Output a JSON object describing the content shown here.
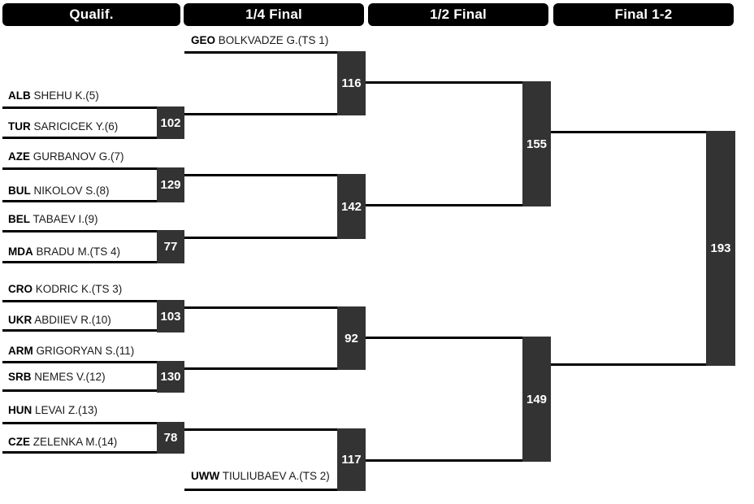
{
  "title": "Tournament Bracket",
  "colors": {
    "header_bg": "#000000",
    "header_text": "#ffffff",
    "score_box_bg": "#333333",
    "score_box_text": "#ffffff",
    "line": "#000000",
    "page_bg": "#ffffff"
  },
  "rounds": [
    {
      "id": "qualif",
      "label": "Qualif."
    },
    {
      "id": "quarter",
      "label": "1/4 Final"
    },
    {
      "id": "semi",
      "label": "1/2 Final"
    },
    {
      "id": "final",
      "label": "Final 1-2"
    }
  ],
  "qualif": {
    "matches": [
      {
        "top": {
          "country": "ALB",
          "name": "SHEHU K.(5)"
        },
        "bottom": {
          "country": "TUR",
          "name": "SARICICEK Y.(6)"
        },
        "score": "102"
      },
      {
        "top": {
          "country": "AZE",
          "name": "GURBANOV G.(7)"
        },
        "bottom": {
          "country": "BUL",
          "name": "NIKOLOV S.(8)"
        },
        "score": "129"
      },
      {
        "top": {
          "country": "BEL",
          "name": "TABAEV I.(9)"
        },
        "bottom": {
          "country": "MDA",
          "name": "BRADU M.(TS 4)"
        },
        "score": "77"
      },
      {
        "top": {
          "country": "CRO",
          "name": "KODRIC K.(TS 3)"
        },
        "bottom": {
          "country": "UKR",
          "name": "ABDIIEV R.(10)"
        },
        "score": "103"
      },
      {
        "top": {
          "country": "ARM",
          "name": "GRIGORYAN S.(11)"
        },
        "bottom": {
          "country": "SRB",
          "name": "NEMES V.(12)"
        },
        "score": "130"
      },
      {
        "top": {
          "country": "HUN",
          "name": "LEVAI Z.(13)"
        },
        "bottom": {
          "country": "CZE",
          "name": "ZELENKA M.(14)"
        },
        "score": "78"
      }
    ]
  },
  "quarter": {
    "matches": [
      {
        "top": {
          "country": "GEO",
          "name": "BOLKVADZE G.(TS 1)"
        },
        "bottom": null,
        "score": "116"
      },
      {
        "top": null,
        "bottom": null,
        "score": "142"
      },
      {
        "top": null,
        "bottom": null,
        "score": "92"
      },
      {
        "top": null,
        "bottom": {
          "country": "UWW",
          "name": "TIULIUBAEV A.(TS 2)"
        },
        "score": "117"
      }
    ]
  },
  "semi": {
    "matches": [
      {
        "top": null,
        "bottom": null,
        "score": "155"
      },
      {
        "top": null,
        "bottom": null,
        "score": "149"
      }
    ]
  },
  "final": {
    "matches": [
      {
        "top": null,
        "bottom": null,
        "score": "193"
      }
    ]
  }
}
